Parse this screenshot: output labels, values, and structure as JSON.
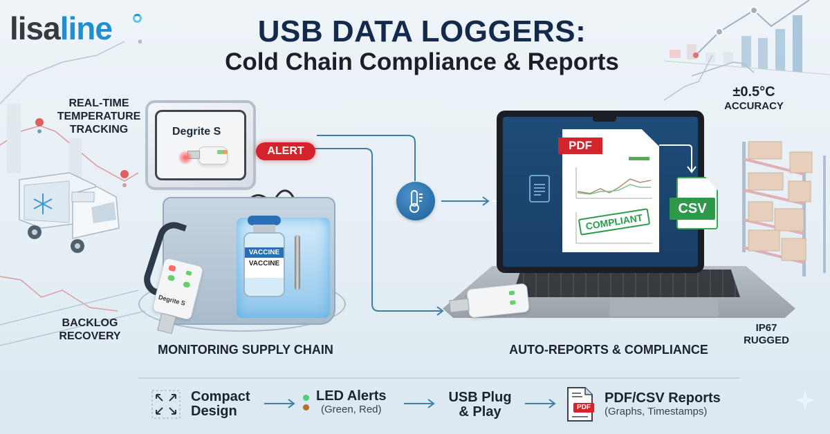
{
  "brand": {
    "logo_dark": "lisa",
    "logo_blue": "line",
    "registered": "®"
  },
  "header": {
    "title": "USB DATA LOGGERS:",
    "subtitle": "Cold Chain Compliance & Reports"
  },
  "callouts": {
    "real_time": [
      "REAL-TIME",
      "TEMPERATURE",
      "TRACKING"
    ],
    "backlog": [
      "BACKLOG",
      "RECOVERY"
    ],
    "accuracy_value": "±0.5°C",
    "accuracy_label": "ACCURACY",
    "ip_rating": "IP67",
    "rugged": "RUGGED"
  },
  "left_scene": {
    "device_name_lid": "Degrite S",
    "device_name_front": "Degrite S",
    "alert_label": "ALERT",
    "vial_band": "VACCINE",
    "vial_text": "VACCINE",
    "section_label": "MONITORING SUPPLY CHAIN"
  },
  "right_scene": {
    "pdf_label": "PDF",
    "stamp_label": "COMPLIANT",
    "csv_label": "CSV",
    "section_label": "AUTO-REPORTS & COMPLIANCE"
  },
  "features": [
    {
      "title_line1": "Compact",
      "title_line2": "Design",
      "icon": "expand-arrows-icon"
    },
    {
      "title": "LED Alerts",
      "subtitle": "(Green, Red)",
      "icon": "led-dots-icon"
    },
    {
      "title_line1": "USB Plug",
      "title_line2": "& Play"
    },
    {
      "title": "PDF/CSV Reports",
      "subtitle": "(Graphs, Timestamps)",
      "icon": "pdf-file-icon",
      "icon_tag": "PDF"
    }
  ],
  "colors": {
    "title": "#132a4a",
    "brand_blue": "#1f8fcf",
    "alert_red": "#d4232a",
    "compliant_green": "#2a9c4a",
    "flow_blue": "#3d7ea8",
    "screen_blue": "#1f4c78"
  }
}
